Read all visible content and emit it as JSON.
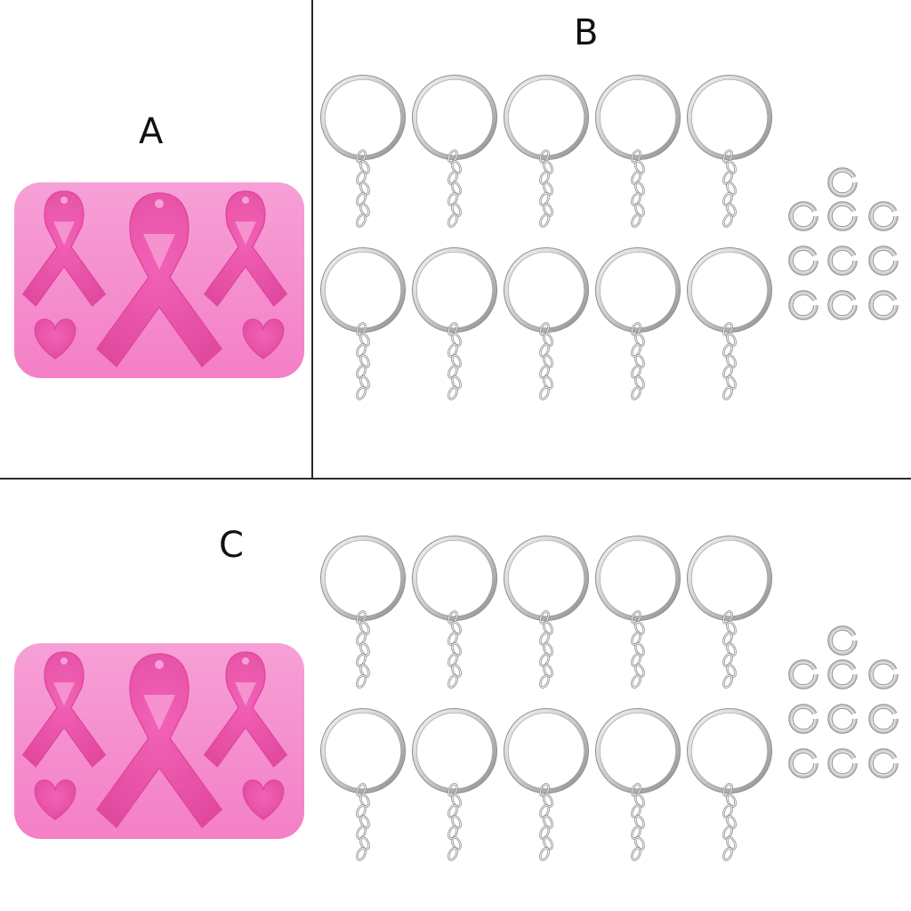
{
  "panels": [
    {
      "id": "A",
      "label": "A"
    },
    {
      "id": "B",
      "label": "B"
    },
    {
      "id": "C",
      "label": "C"
    }
  ],
  "colors": {
    "mold_body": "#f47fc6",
    "mold_edge": "#f6a0d6",
    "mold_cavity": "#f262b6",
    "mold_cavity_shadow": "#e0489e",
    "metal_light": "#f4f4f4",
    "metal_mid": "#c9c9c9",
    "metal_dark": "#8e8e8e",
    "divider": "#2a2a2a"
  },
  "icons": {
    "mold": "ribbon-heart-silicone-mold",
    "keyring": "split-keyring-with-chain",
    "jump_ring": "open-jump-ring"
  },
  "keyring_rows": 2,
  "keyring_cols": 5,
  "jump_ring_count": 10
}
